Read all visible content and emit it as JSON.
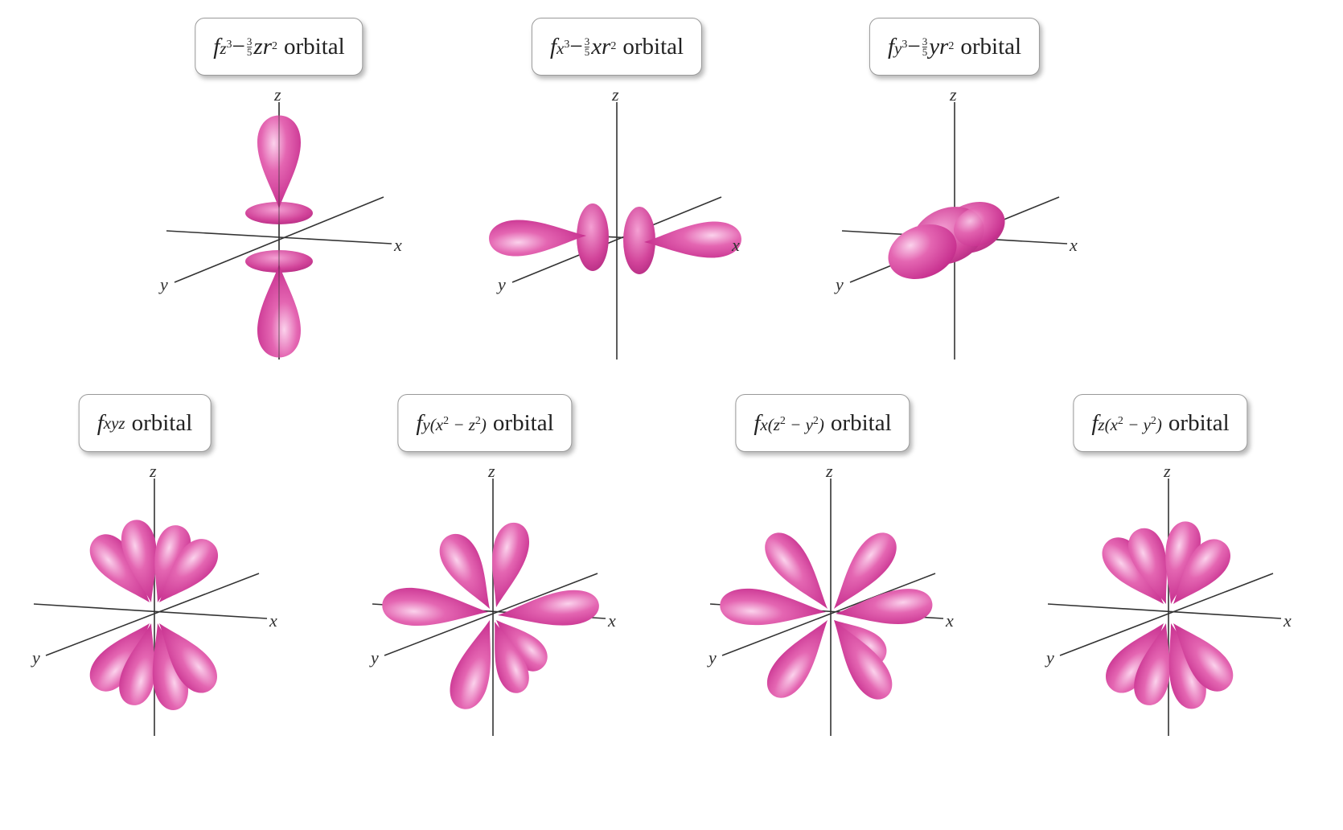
{
  "colors": {
    "lobe_fill": "#d6469f",
    "lobe_light": "#f7b3df",
    "lobe_dark": "#b12b7f",
    "axis": "#333333"
  },
  "axis_labels": {
    "x": "x",
    "y": "y",
    "z": "z"
  },
  "orbitals": [
    {
      "id": "fz3",
      "label": {
        "f": "f",
        "sub_a": "z",
        "sup_a": "3",
        "minus": " − ",
        "frac_num": "3",
        "frac_den": "5",
        "sub_b": "zr",
        "sup_b": "2",
        "tail": "",
        "word": "orbital"
      }
    },
    {
      "id": "fx3",
      "label": {
        "f": "f",
        "sub_a": "x",
        "sup_a": "3",
        "minus": " − ",
        "frac_num": "3",
        "frac_den": "5",
        "sub_b": "xr",
        "sup_b": "2",
        "tail": "",
        "word": "orbital"
      }
    },
    {
      "id": "fy3",
      "label": {
        "f": "f",
        "sub_a": "y",
        "sup_a": "3",
        "minus": " − ",
        "frac_num": "3",
        "frac_den": "5",
        "sub_b": "yr",
        "sup_b": "2",
        "tail": "",
        "word": "orbital"
      }
    },
    {
      "id": "fxyz",
      "label": {
        "f": "f",
        "sub_a": "xyz",
        "word": "orbital"
      }
    },
    {
      "id": "fyx2z2",
      "label": {
        "f": "f",
        "sub_a": "y(x",
        "sup_a": "2",
        "minus": " − ",
        "sub_b": "z",
        "sup_b": "2",
        "tail": ")",
        "word": "orbital"
      }
    },
    {
      "id": "fxz2y2",
      "label": {
        "f": "f",
        "sub_a": "x(z",
        "sup_a": "2",
        "minus": " − ",
        "sub_b": "y",
        "sup_b": "2",
        "tail": ")",
        "word": "orbital"
      }
    },
    {
      "id": "fzx2y2",
      "label": {
        "f": "f",
        "sub_a": "z(x",
        "sup_a": "2",
        "minus": " − ",
        "sub_b": "y",
        "sup_b": "2",
        "tail": ")",
        "word": "orbital"
      }
    }
  ]
}
